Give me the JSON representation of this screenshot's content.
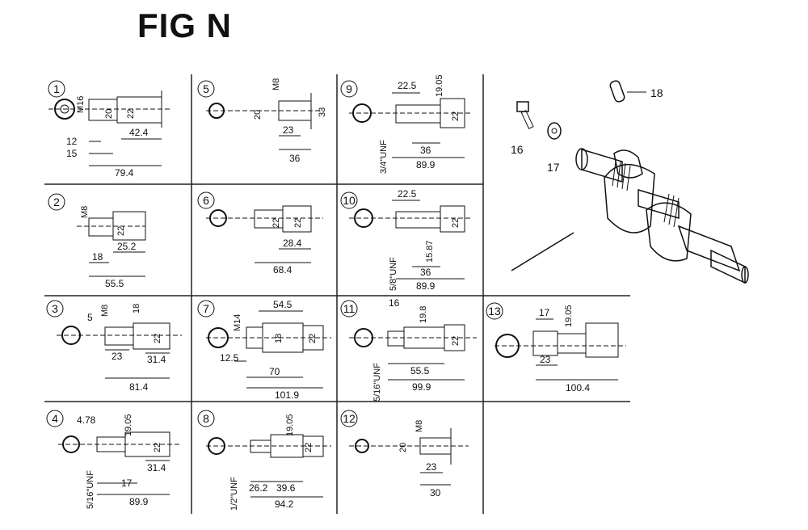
{
  "title": "FIG N",
  "panels": [
    {
      "id": "1",
      "labels": [
        "M16",
        "20",
        "22",
        "12",
        "42.4",
        "15",
        "79.4"
      ]
    },
    {
      "id": "2",
      "labels": [
        "M8",
        "22",
        "25.2",
        "18",
        "55.5"
      ]
    },
    {
      "id": "3",
      "labels": [
        "5",
        "M8",
        "18",
        "22",
        "23",
        "31.4",
        "81.4"
      ]
    },
    {
      "id": "4",
      "labels": [
        "4.78",
        "19.05",
        "22",
        "31.4",
        "17",
        "5/16\"UNF",
        "89.9"
      ]
    },
    {
      "id": "5",
      "labels": [
        "M8",
        "20",
        "33",
        "23",
        "36"
      ]
    },
    {
      "id": "6",
      "labels": [
        "22",
        "22",
        "28.4",
        "68.4"
      ]
    },
    {
      "id": "7",
      "labels": [
        "M14",
        "54.5",
        "18",
        "22",
        "12.5",
        "70",
        "101.9"
      ]
    },
    {
      "id": "8",
      "labels": [
        "19.05",
        "22",
        "1/2\"UNF",
        "26.2",
        "39.6",
        "94.2"
      ]
    },
    {
      "id": "9",
      "labels": [
        "22.5",
        "19.05",
        "22",
        "3/4\"UNF",
        "36",
        "89.9"
      ]
    },
    {
      "id": "10",
      "labels": [
        "22.5",
        "22",
        "15.87",
        "5/8\"UNF",
        "36",
        "89.9"
      ]
    },
    {
      "id": "11",
      "labels": [
        "16",
        "19.8",
        "22",
        "5/16\"UNF",
        "55.5",
        "99.9"
      ]
    },
    {
      "id": "12",
      "labels": [
        "M8",
        "20",
        "23",
        "30"
      ]
    },
    {
      "id": "13",
      "labels": [
        "17",
        "19.05",
        "23",
        "100.4"
      ]
    }
  ],
  "parts": [
    {
      "id": "16"
    },
    {
      "id": "17"
    },
    {
      "id": "18"
    }
  ]
}
